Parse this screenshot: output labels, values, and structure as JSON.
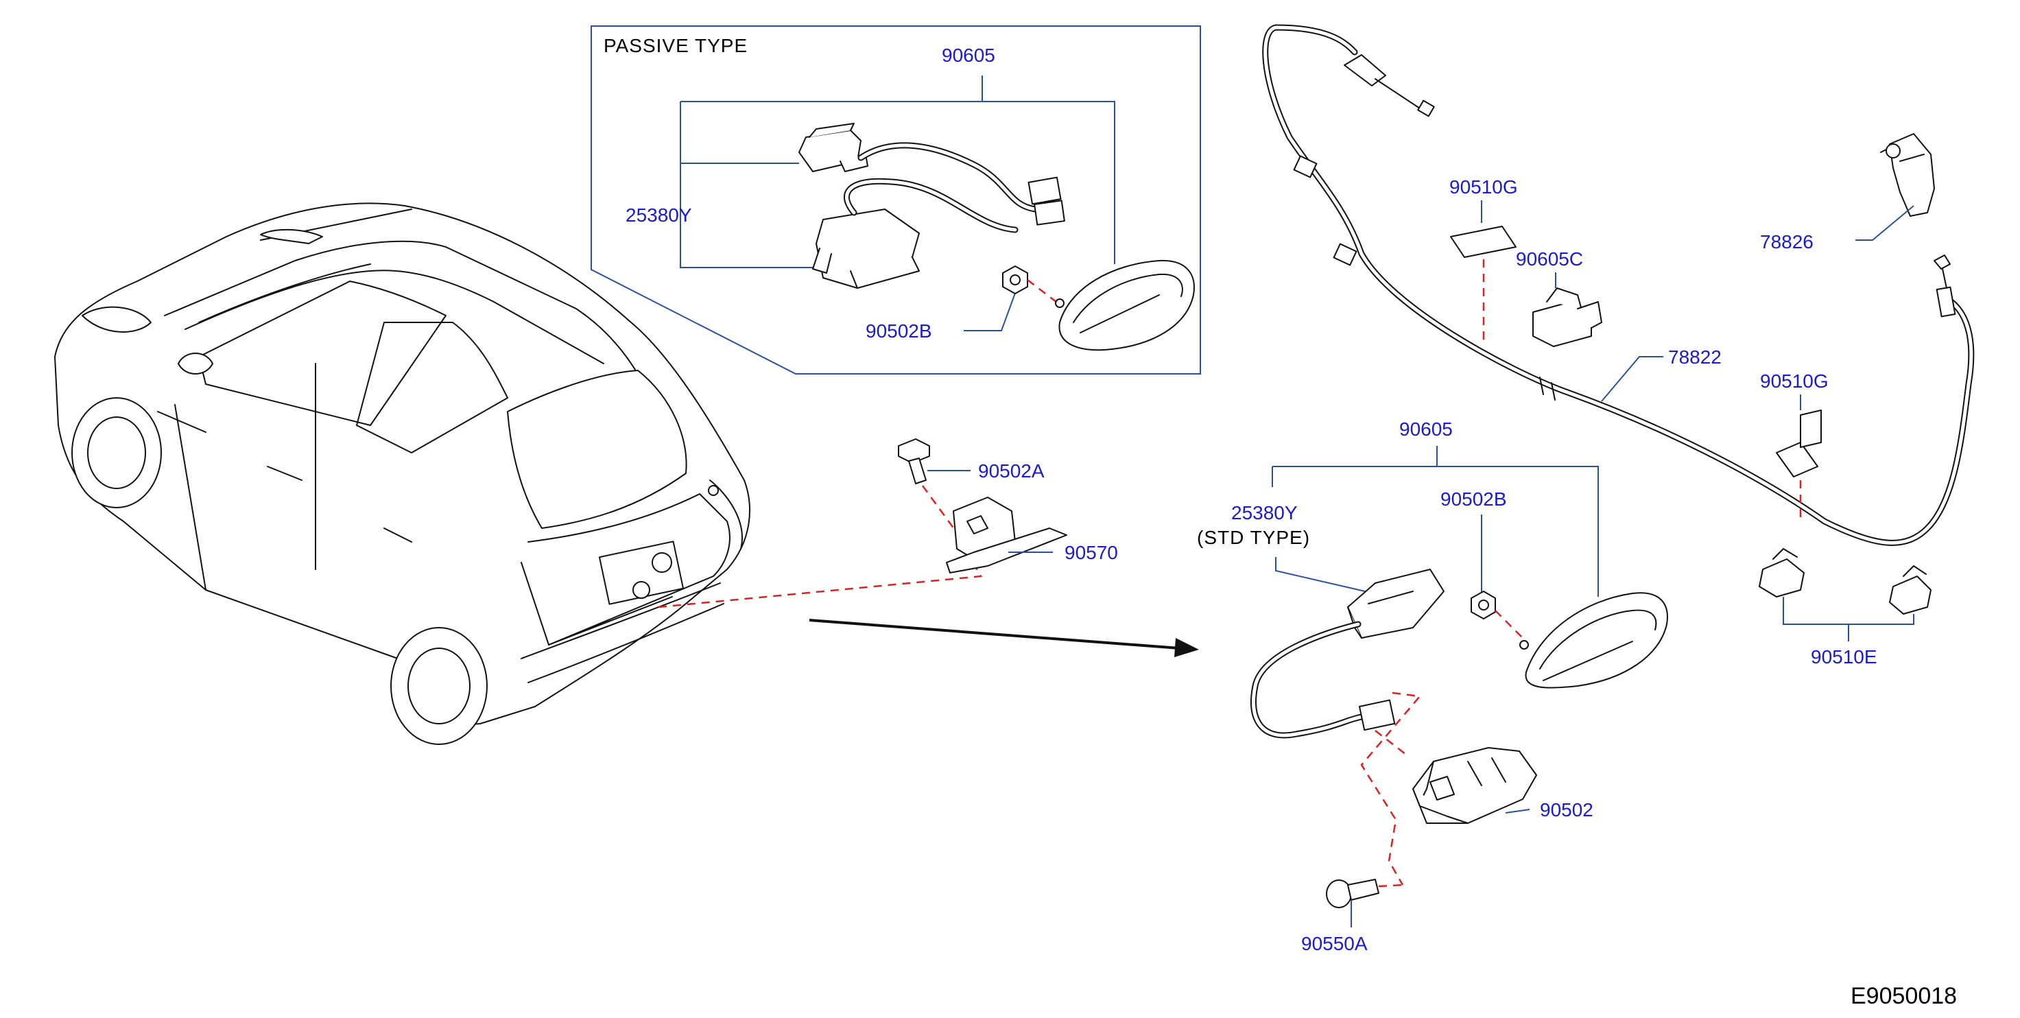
{
  "drawing_code": "E9050018",
  "passive_box": {
    "title": "PASSIVE   TYPE"
  },
  "labels": {
    "p90605_top": "90605",
    "p25380Y_top": "25380Y",
    "p90502B_top": "90502B",
    "p90510G_a": "90510G",
    "p90605C": "90605C",
    "p78826": "78826",
    "p78822": "78822",
    "p90510G_b": "90510G",
    "p90502A": "90502A",
    "p90570": "90570",
    "p90605_mid": "90605",
    "p25380Y_mid": "25380Y",
    "std_type": "(STD   TYPE)",
    "p90502B_mid": "90502B",
    "p90510E": "90510E",
    "p90502": "90502",
    "p90550A": "90550A"
  },
  "colors": {
    "label": "#1a1ad0",
    "leader": "#2a4fa0",
    "dash": "#e02020",
    "ink": "#111111"
  }
}
